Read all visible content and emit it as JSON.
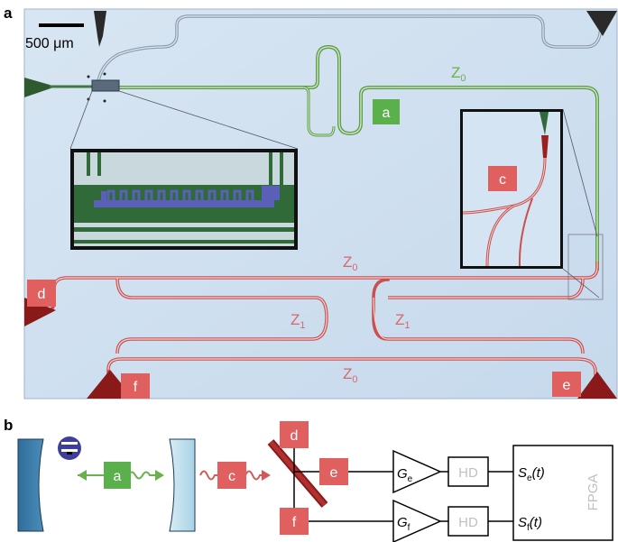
{
  "panel_a": {
    "letter": "a",
    "scale_bar": "500 μm",
    "z_labels": {
      "green": "Z",
      "red_top": "Z",
      "red_left": "Z",
      "red_right": "Z",
      "red_bottom": "Z"
    },
    "z_subscripts": {
      "green": "0",
      "red_top": "0",
      "red_left": "1",
      "red_right": "1",
      "red_bottom": "0"
    },
    "labels": {
      "a": "a",
      "c": "c",
      "d": "d",
      "e": "e",
      "f": "f"
    }
  },
  "panel_b": {
    "letter": "b",
    "labels": {
      "a": "a",
      "c": "c",
      "d": "d",
      "e": "e",
      "f": "f"
    },
    "amp_e": "G",
    "amp_e_sub": "e",
    "amp_f": "G",
    "amp_f_sub": "f",
    "hd_top": "HD",
    "hd_bottom": "HD",
    "signal_e": "S",
    "signal_e_sub": "e",
    "signal_e_arg": "(t)",
    "signal_f": "S",
    "signal_f_sub": "f",
    "signal_f_arg": "(t)",
    "fpga": "FPGA"
  },
  "colors": {
    "chip_bg": "#cfe0f0",
    "green": "#6ab04c",
    "green_label": "#5ab04a",
    "red": "#d05a5a",
    "red_box": "#e06060",
    "dark_red": "#8a1a1a",
    "mirror_dark": "#3a7aa6",
    "mirror_light": "#bfe0ee",
    "qubit": "#3d3f9a",
    "gray_text": "#c0c0c0"
  }
}
